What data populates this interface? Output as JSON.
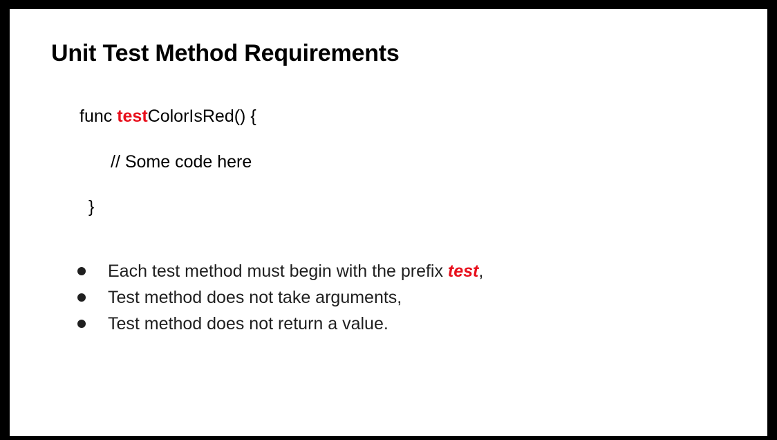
{
  "slide": {
    "title": "Unit Test Method Requirements",
    "code": {
      "line1_prefix": "func ",
      "line1_keyword": "test",
      "line1_suffix": "ColorIsRed() {",
      "line2": "// Some code here",
      "line3": "}"
    },
    "bullets": [
      {
        "text": "Each test method must begin with the prefix ",
        "emphasis": "test",
        "trailing": ","
      },
      {
        "text": "Test method does not take arguments,"
      },
      {
        "text": "Test method does not return a value."
      }
    ]
  },
  "colors": {
    "accent": "#e8101c",
    "background": "#ffffff",
    "frame": "#000000"
  }
}
